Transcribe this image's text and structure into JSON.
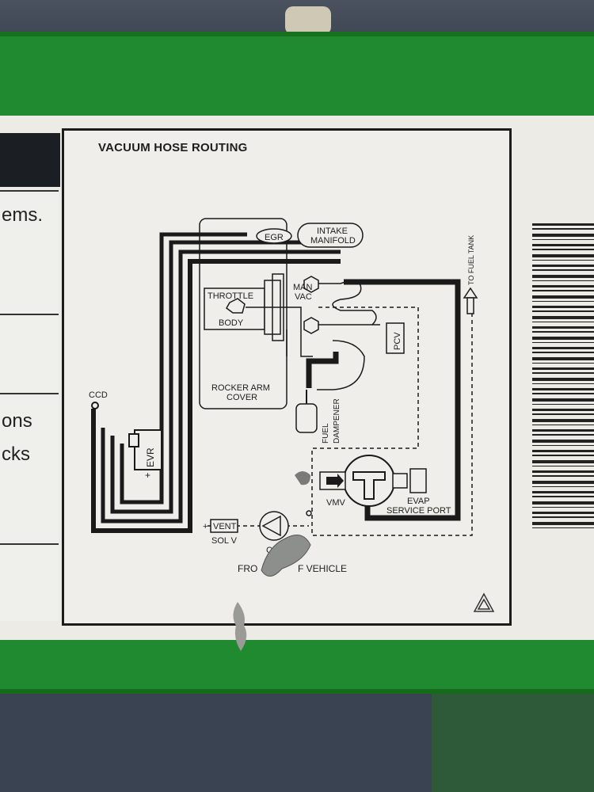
{
  "placard": {
    "title": "VACUUM HOSE ROUTING",
    "left_fragments": [
      "ems.",
      "ons",
      "cks"
    ],
    "labels": {
      "egr": "EGR",
      "intake_manifold_1": "INTAKE",
      "intake_manifold_2": "MANIFOLD",
      "man_vac_1": "MAN",
      "man_vac_2": "VAC",
      "throttle_body_1": "THROTTLE",
      "throttle_body_2": "BODY",
      "rocker_arm_cover_1": "ROCKER ARM",
      "rocker_arm_cover_2": "COVER",
      "pcv": "PCV",
      "fuel_dampener_1": "FUEL",
      "fuel_dampener_2": "DAMPENER",
      "to_fuel_tank": "TO FUEL TANK",
      "ccd": "CCD",
      "evr": "EVR",
      "vmv": "VMV",
      "evap_service_port_1": "EVAP",
      "evap_service_port_2": "SERVICE PORT",
      "vent_sol_v_1": "VENT",
      "vent_sol_v_2": "SOL V",
      "canister_partial": "C",
      "front_of_vehicle_1": "FRO",
      "front_of_vehicle_2": "F VEHICLE"
    }
  }
}
